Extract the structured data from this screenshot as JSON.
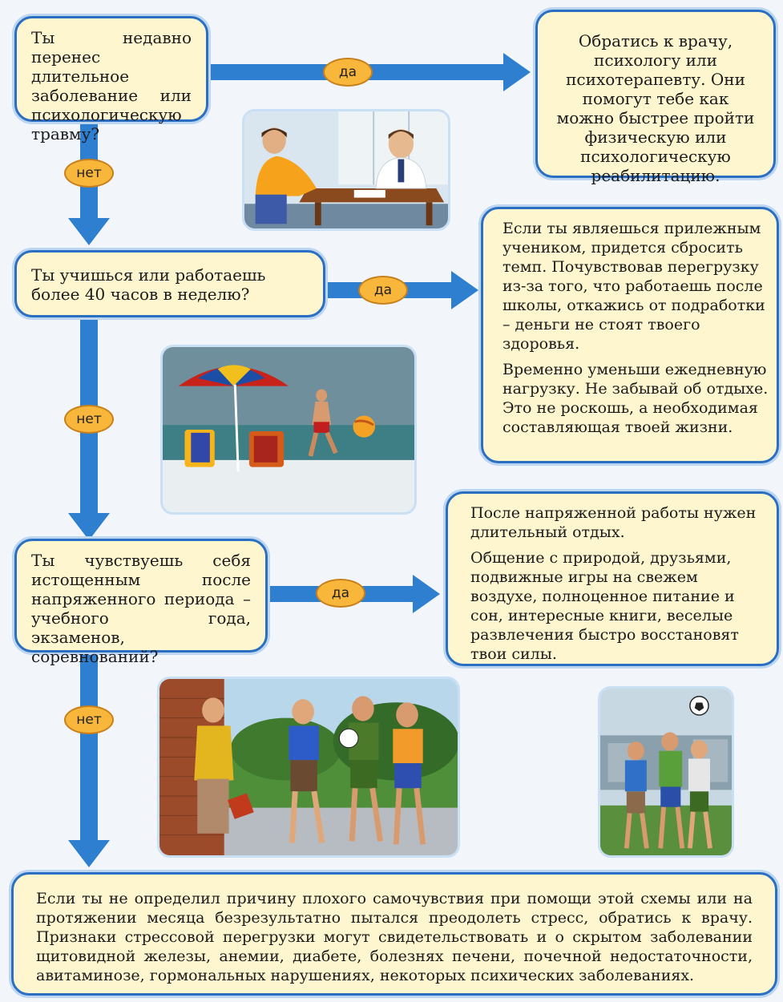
{
  "questions": {
    "q1": "Ты недавно перенес длительное заболевание или психологическую травму?",
    "q2": "Ты учишься или работаешь более 40 часов в неделю?",
    "q3": "Ты чувствуешь себя истощенным после напряженного периода – учебного года, экзаменов, соревнований?"
  },
  "answers": {
    "a1": "Обратись к врачу, психологу или психотерапевту. Они помогут тебе как можно быстрее пройти физическую или психологическую реабилитацию.",
    "a2_p1": "Если ты являешься прилежным учеником, придется сбросить темп. Почувствовав перегрузку из-за того, что работаешь после школы, откажись от подработки – деньги не стоят твоего здоровья.",
    "a2_p2": "Временно уменьши ежедневную нагрузку. Не забывай об отдыхе. Это не роскошь, а необходимая составляющая твоей жизни.",
    "a3_p1": "После напряженной работы нужен длительный отдых.",
    "a3_p2": "Общение с природой, друзьями, подвижные игры на свежем воздухе, полноценное питание и сон, интересные книги, веселые развлечения быстро восстановят твои силы."
  },
  "final": "Если ты не определил причину плохого самочувствия при помощи этой схемы или на протяжении месяца безрезультатно пытался преодолеть стресс, обратись к врачу. Признаки стрессовой перегрузки могут свидетельствовать и о скрытом заболевании щитовидной железы, анемии, диабете, болезнях печени, почечной недостаточности, авитаминозе, гормональных нарушениях, некоторых психических заболеваниях.",
  "labels": {
    "yes": "да",
    "no": "нет"
  },
  "colors": {
    "arrow": "#2f7fd0",
    "box_fill": "#fdf6cf",
    "box_border": "#2a6fc2",
    "pill": "#f8b63a"
  }
}
